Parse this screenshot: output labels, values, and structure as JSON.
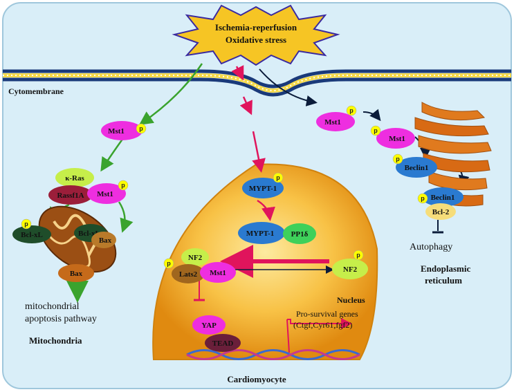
{
  "stimulus": {
    "line1": "Ischemia-reperfusion",
    "line2": "Oxidative stress"
  },
  "labels": {
    "cytomembrane": "Cytomembrane",
    "nucleus": "Nucleus",
    "cardiomyocyte": "Cardiomyocyte",
    "mitochondria": "Mitochondria",
    "er_line1": "Endoplasmic",
    "er_line2": "reticulum",
    "autophagy": "Autophagy",
    "apoptosis_line1": "mitochondrial",
    "apoptosis_line2": "apoptosis pathway",
    "prosurvival_line1": "Pro-survival genes",
    "prosurvival_line2": "(Ctgf,Cyr61,fgf2)"
  },
  "molecules": {
    "mst1": "Mst1",
    "kras": "κ-Ras",
    "rassf1a": "Rassf1A",
    "bclxl": "Bcl-xL",
    "bax": "Bax",
    "mypt1": "MYPT-1",
    "pp1d": "PP1δ",
    "nf2": "NF2",
    "lats2": "Lats2",
    "yap": "YAP",
    "tead": "TEAD",
    "beclin1": "Beclin1",
    "bcl2": "Bcl-2",
    "p": "p"
  },
  "colors": {
    "background": "#d9eef8",
    "nucleus": "#f3a521",
    "mst1": "#ee2ee0",
    "green_arrow": "#3aa32e",
    "pink_arrow": "#e0145c",
    "dark_arrow": "#0b1c3a",
    "phospho": "#ffff00"
  }
}
